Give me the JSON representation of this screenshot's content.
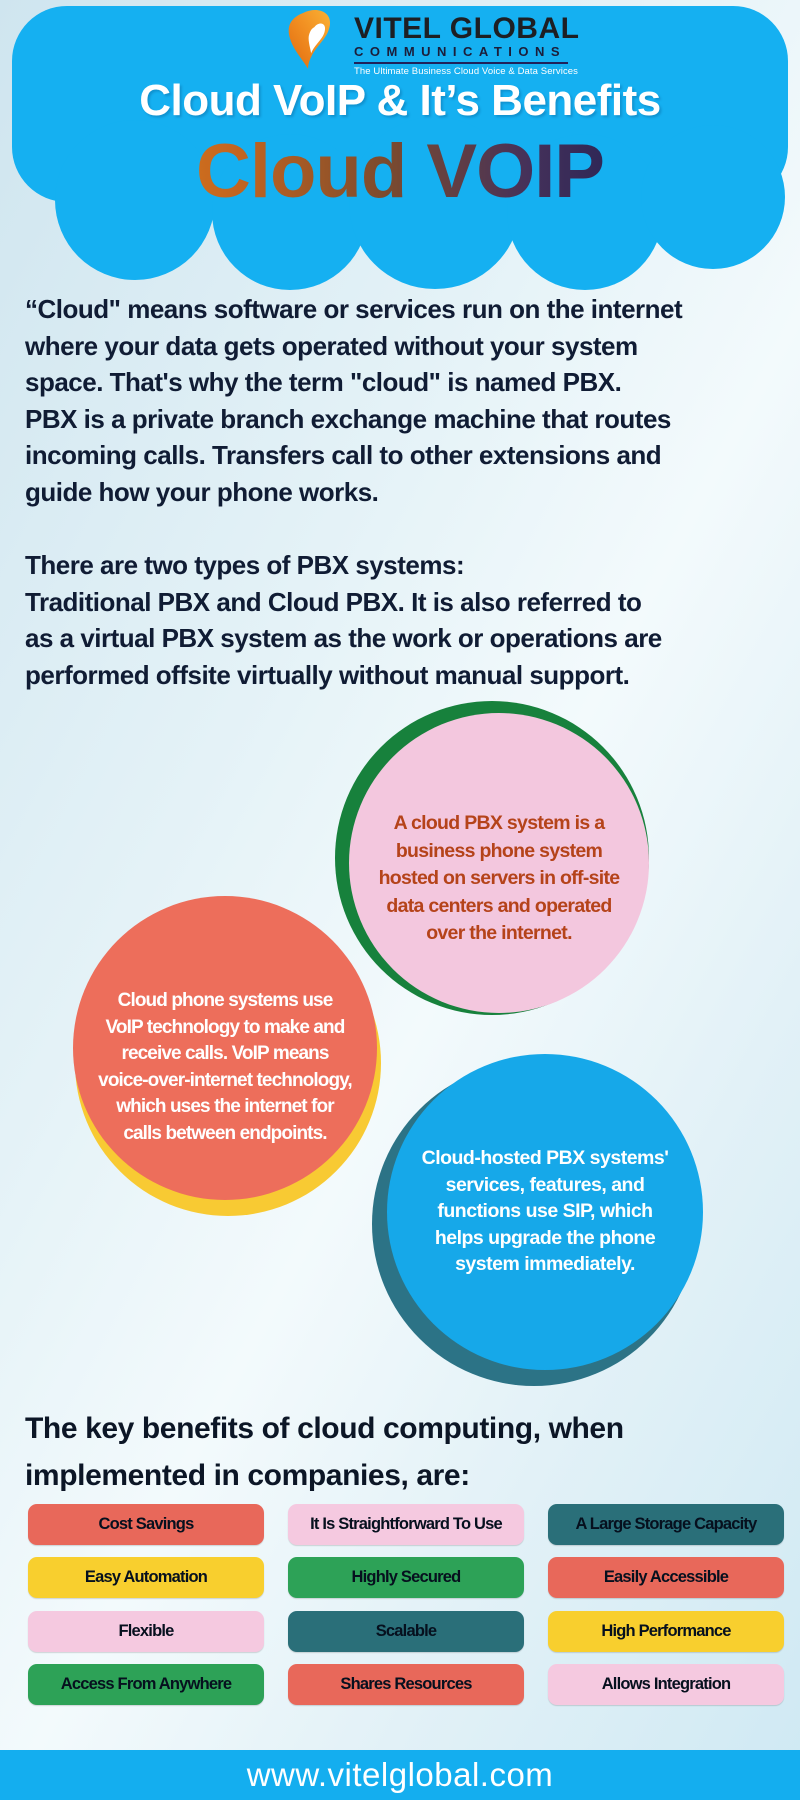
{
  "brand": {
    "name": "VITEL GLOBAL",
    "sub": "COMMUNICATIONS",
    "tagline": "The Ultimate Business Cloud Voice & Data Services"
  },
  "header": {
    "title": "Cloud VoIP & It’s Benefits",
    "subtitle": "Cloud VOIP"
  },
  "intro": {
    "p1_lines": [
      "“Cloud\" means software or services run on the internet",
      "where your data gets operated without your system",
      "space. That's why the term \"cloud\" is named PBX.",
      "PBX is a private branch exchange machine that routes",
      "incoming calls. Transfers call to other extensions and",
      "guide how your phone works."
    ],
    "p2_lines": [
      "There are two types of PBX systems:",
      "Traditional PBX and Cloud PBX. It is also referred to",
      "as a virtual PBX system as the work or operations are",
      "performed offsite virtually without manual support."
    ]
  },
  "bubbles": {
    "pink": {
      "lines": [
        "A cloud PBX system is a",
        "business phone system",
        "hosted on servers in off-site",
        "data centers and operated",
        "over the internet."
      ],
      "fill": "#f3c7de",
      "ring": "#17813c",
      "text_color": "#b5431a"
    },
    "salmon": {
      "lines": [
        "Cloud phone systems use",
        "VoIP technology to make and",
        "receive calls. VoIP means",
        "voice-over-internet technology,",
        "which uses the internet for",
        "calls between endpoints."
      ],
      "fill": "#ed6e5b",
      "ring": "#f8ca33",
      "text_color": "#ffffff"
    },
    "blue": {
      "lines": [
        "Cloud-hosted PBX systems'",
        "services, features, and",
        "functions use SIP, which",
        "helps upgrade the phone",
        "system immediately."
      ],
      "fill": "#16a8e9",
      "ring": "#2c7386",
      "text_color": "#ffffff"
    }
  },
  "benefits": {
    "heading_lines": [
      "The key benefits of cloud computing, when",
      "implemented in companies, are:"
    ],
    "items": [
      {
        "label": "Cost Savings",
        "color": "#e8685a"
      },
      {
        "label": "It Is Straightforward To Use",
        "color": "#f5c9e0"
      },
      {
        "label": "A Large Storage Capacity",
        "color": "#2a6f79"
      },
      {
        "label": "Easy Automation",
        "color": "#f8cf2e"
      },
      {
        "label": "Highly Secured",
        "color": "#2da257"
      },
      {
        "label": "Easily Accessible",
        "color": "#e8685a"
      },
      {
        "label": "Flexible",
        "color": "#f5c9e0"
      },
      {
        "label": "Scalable",
        "color": "#2a6f79"
      },
      {
        "label": "High Performance",
        "color": "#f8cf2e"
      },
      {
        "label": "Access From Anywhere",
        "color": "#2da257"
      },
      {
        "label": "Shares Resources",
        "color": "#e8685a"
      },
      {
        "label": "Allows Integration",
        "color": "#f5c9e0"
      }
    ]
  },
  "colors": {
    "header_blue": "#15b0f1",
    "footer_blue": "#14aeef",
    "body_text": "#101c34"
  },
  "footer": {
    "url": "www.vitelglobal.com"
  }
}
